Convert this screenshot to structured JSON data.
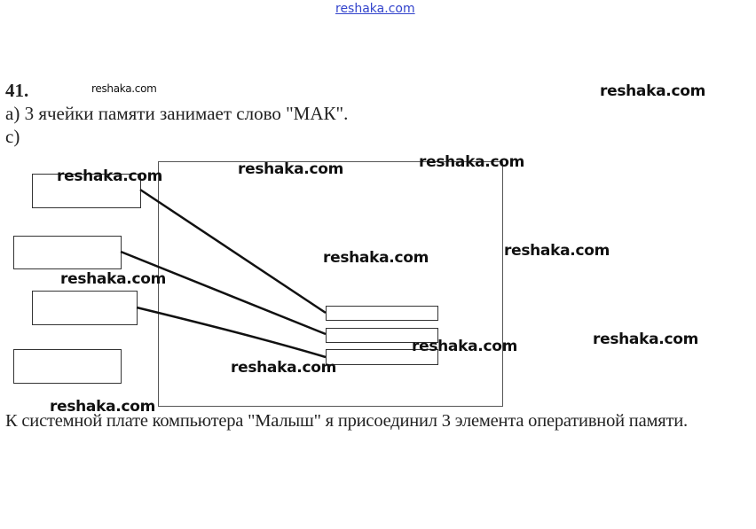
{
  "header_link": "reshaka.com",
  "problem_number": "41.",
  "part_a": "а) 3 ячейки памяти занимает слово \"МАК\".",
  "part_c": "с)",
  "caption": "К системной плате компьютера \"Малыш\" я присоединил 3 элемента оперативной памяти.",
  "watermark": "reshaka.com"
}
